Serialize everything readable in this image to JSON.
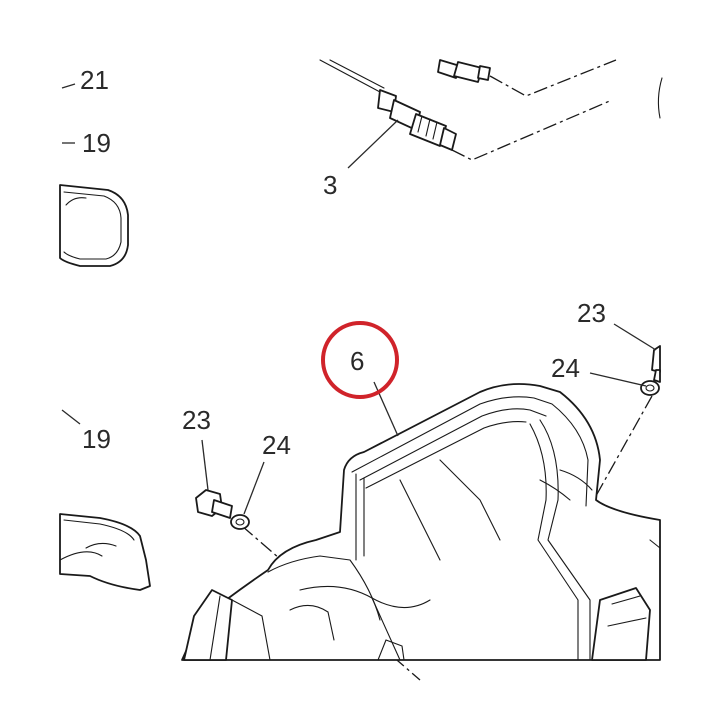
{
  "callouts": {
    "c21": "21",
    "c19_top": "19",
    "c3": "3",
    "c23_right": "23",
    "c24_right": "24",
    "c6": "6",
    "c23_left": "23",
    "c24_left": "24",
    "c19_mid": "19"
  },
  "colors": {
    "highlight_ring": "#d0232a",
    "line": "#1a1a1a"
  }
}
